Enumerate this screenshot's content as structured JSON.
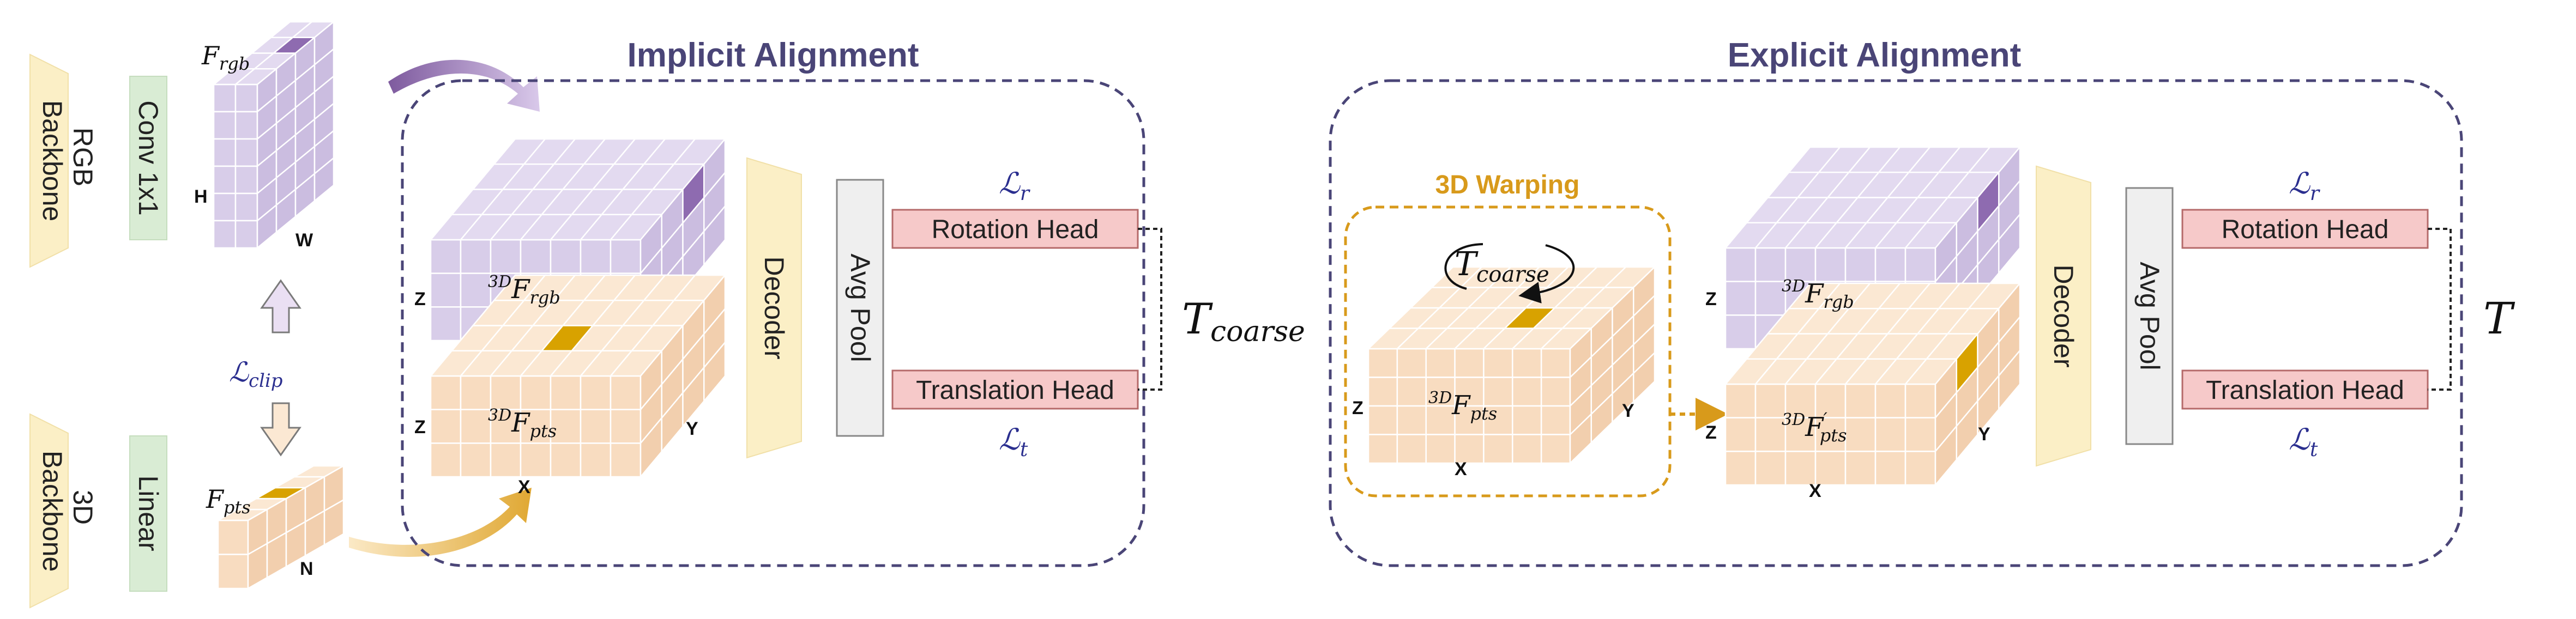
{
  "titles": {
    "implicit": "Implicit Alignment",
    "explicit": "Explicit Alignment",
    "warping": "3D Warping"
  },
  "encoders": {
    "rgb_backbone": [
      "RGB",
      "Backbone"
    ],
    "pts_backbone": [
      "3D",
      "Backbone"
    ],
    "conv": "Conv 1x1",
    "linear": "Linear"
  },
  "features": {
    "f_rgb": {
      "base": "F",
      "sub": "rgb"
    },
    "f_pts": {
      "base": "F",
      "sub": "pts"
    },
    "f3d_rgb": {
      "pre": "3D",
      "base": "F",
      "sub": "rgb"
    },
    "f3d_pts": {
      "pre": "3D",
      "base": "F",
      "sub": "pts"
    },
    "f3d_pts_prime": {
      "pre": "3D",
      "base": "F",
      "sub": "pts",
      "prime": "′"
    }
  },
  "axes": {
    "h": "H",
    "w": "W",
    "n": "N",
    "x": "X",
    "y": "Y",
    "z": "Z"
  },
  "losses": {
    "clip": {
      "base": "ℒ",
      "sub": "clip"
    },
    "rot": {
      "base": "ℒ",
      "sub": "r"
    },
    "trans": {
      "base": "ℒ",
      "sub": "t"
    }
  },
  "modules": {
    "decoder": "Decoder",
    "avgpool": "Avg Pool",
    "rotation_head": "Rotation Head",
    "translation_head": "Translation Head"
  },
  "outputs": {
    "t_coarse": {
      "base": "T",
      "sub": "coarse"
    },
    "t_final": "T"
  },
  "colors": {
    "frame": "#4a4577",
    "warp": "#d89a1b",
    "rgb_top": "#e3daf0",
    "rgb_front": "#d8cde9",
    "rgb_side": "#cbbde0",
    "rgb_accent": "#8e6bb0",
    "pts_top": "#fbe8d3",
    "pts_front": "#f8dcc0",
    "pts_side": "#f2cfae",
    "pts_accent": "#d8a200",
    "backbone": "#fbefc6",
    "encoder": "#d9ecd4",
    "head": "#f6c9c9",
    "pool": "#efefef"
  }
}
